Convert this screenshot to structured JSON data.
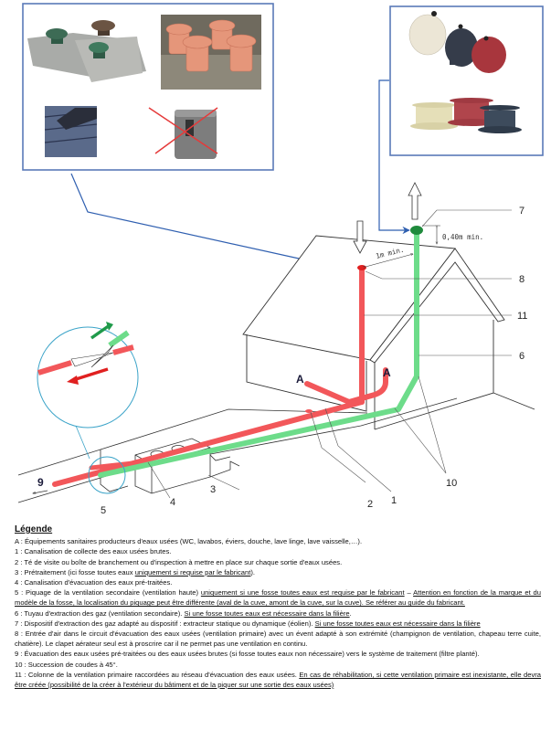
{
  "colors": {
    "primary_vent": "#f2575a",
    "secondary_vent": "#6ddc8a",
    "extractor": "#1f8a3c",
    "callout_frame": "#5a7ab8",
    "arrow_blue": "#2f5fb0",
    "line": "#333333"
  },
  "diagram": {
    "labels": {
      "a_left": "A",
      "a_right": "A",
      "n1": "1",
      "n2": "2",
      "n3": "3",
      "n4": "4",
      "n5": "5",
      "n6": "6",
      "n7": "7",
      "n8": "8",
      "n9": "9",
      "n10": "10",
      "n11": "11"
    },
    "dimensions": {
      "height_above_roof": "0,40m min.",
      "distance_between_vents": "1m min."
    },
    "callout_left": {
      "images": [
        "mushroom-vent-caps",
        "terracotta-vent-caps",
        "roof-tile-vent",
        "air-admittance-valve-crossed"
      ]
    },
    "callout_right": {
      "images": [
        "wind-turbine-extractors",
        "static-extractors"
      ]
    }
  },
  "legend": {
    "title": "Légende",
    "items": [
      {
        "key": "A",
        "text": "A : Équipements sanitaires producteurs d'eaux usées (WC, lavabos, éviers, douche, lave linge, lave vaisselle,…).",
        "underlined": ""
      },
      {
        "key": "1",
        "text": "1 : Canalisation de collecte des eaux usées brutes.",
        "underlined": ""
      },
      {
        "key": "2",
        "text": "2 : Té de visite ou boîte de branchement ou d'inspection à mettre en place sur chaque sortie d'eaux usées.",
        "underlined": ""
      },
      {
        "key": "3",
        "text": "3 : Prétraitement (ici fosse toutes eaux ",
        "underlined": "uniquement si requise par le fabricant",
        "after": ")."
      },
      {
        "key": "4",
        "text": "4 : Canalisation d'évacuation des eaux pré-traitées.",
        "underlined": ""
      },
      {
        "key": "5",
        "text": "5 : Piquage de la ventilation secondaire (ventilation haute) ",
        "underlined": "uniquement si une fosse toutes eaux est requise par le fabricant",
        "after": " – ",
        "underlined2": "Attention en fonction de la marque et du modèle de la fosse, la localisation du piquage peut être différente (aval de la cuve, amont de la cuve, sur la cuve). Se référer au guide du fabricant."
      },
      {
        "key": "6",
        "text": "6 : Tuyau d'extraction des gaz (ventilation secondaire). ",
        "underlined": "Si une fosse toutes eaux est nécessaire dans la filière",
        "after": "."
      },
      {
        "key": "7",
        "text": "7 : Dispositif d'extraction des gaz adapté au dispositif : extracteur statique ou dynamique (éolien). ",
        "underlined": "Si une fosse toutes eaux est nécessaire dans la filière",
        "after": ""
      },
      {
        "key": "8",
        "text": "8 : Entrée d'air dans le circuit d'évacuation des eaux usées (ventilation primaire) avec un évent adapté à son extrémité (champignon de ventilation, chapeau terre cuite, chatière). Le clapet aérateur seul est à proscrire car il ne permet pas une ventilation en continu.",
        "underlined": ""
      },
      {
        "key": "9",
        "text": "9 : Évacuation des eaux usées pré-traitées ou des eaux usées brutes (si fosse toutes eaux non nécessaire) vers le système de traitement (filtre planté).",
        "underlined": ""
      },
      {
        "key": "10",
        "text": "10 : Succession de coudes à 45°.",
        "underlined": ""
      },
      {
        "key": "11",
        "text": "11 : Colonne de la ventilation primaire raccordées au réseau d'évacuation des eaux usées. ",
        "underlined": "En cas de réhabilitation, si cette ventilation primaire est inexistante, elle devra être créée (possibilité de la créer à l'extérieur du bâtiment et de la piquer sur une sortie des eaux usées)",
        "after": ""
      }
    ]
  }
}
